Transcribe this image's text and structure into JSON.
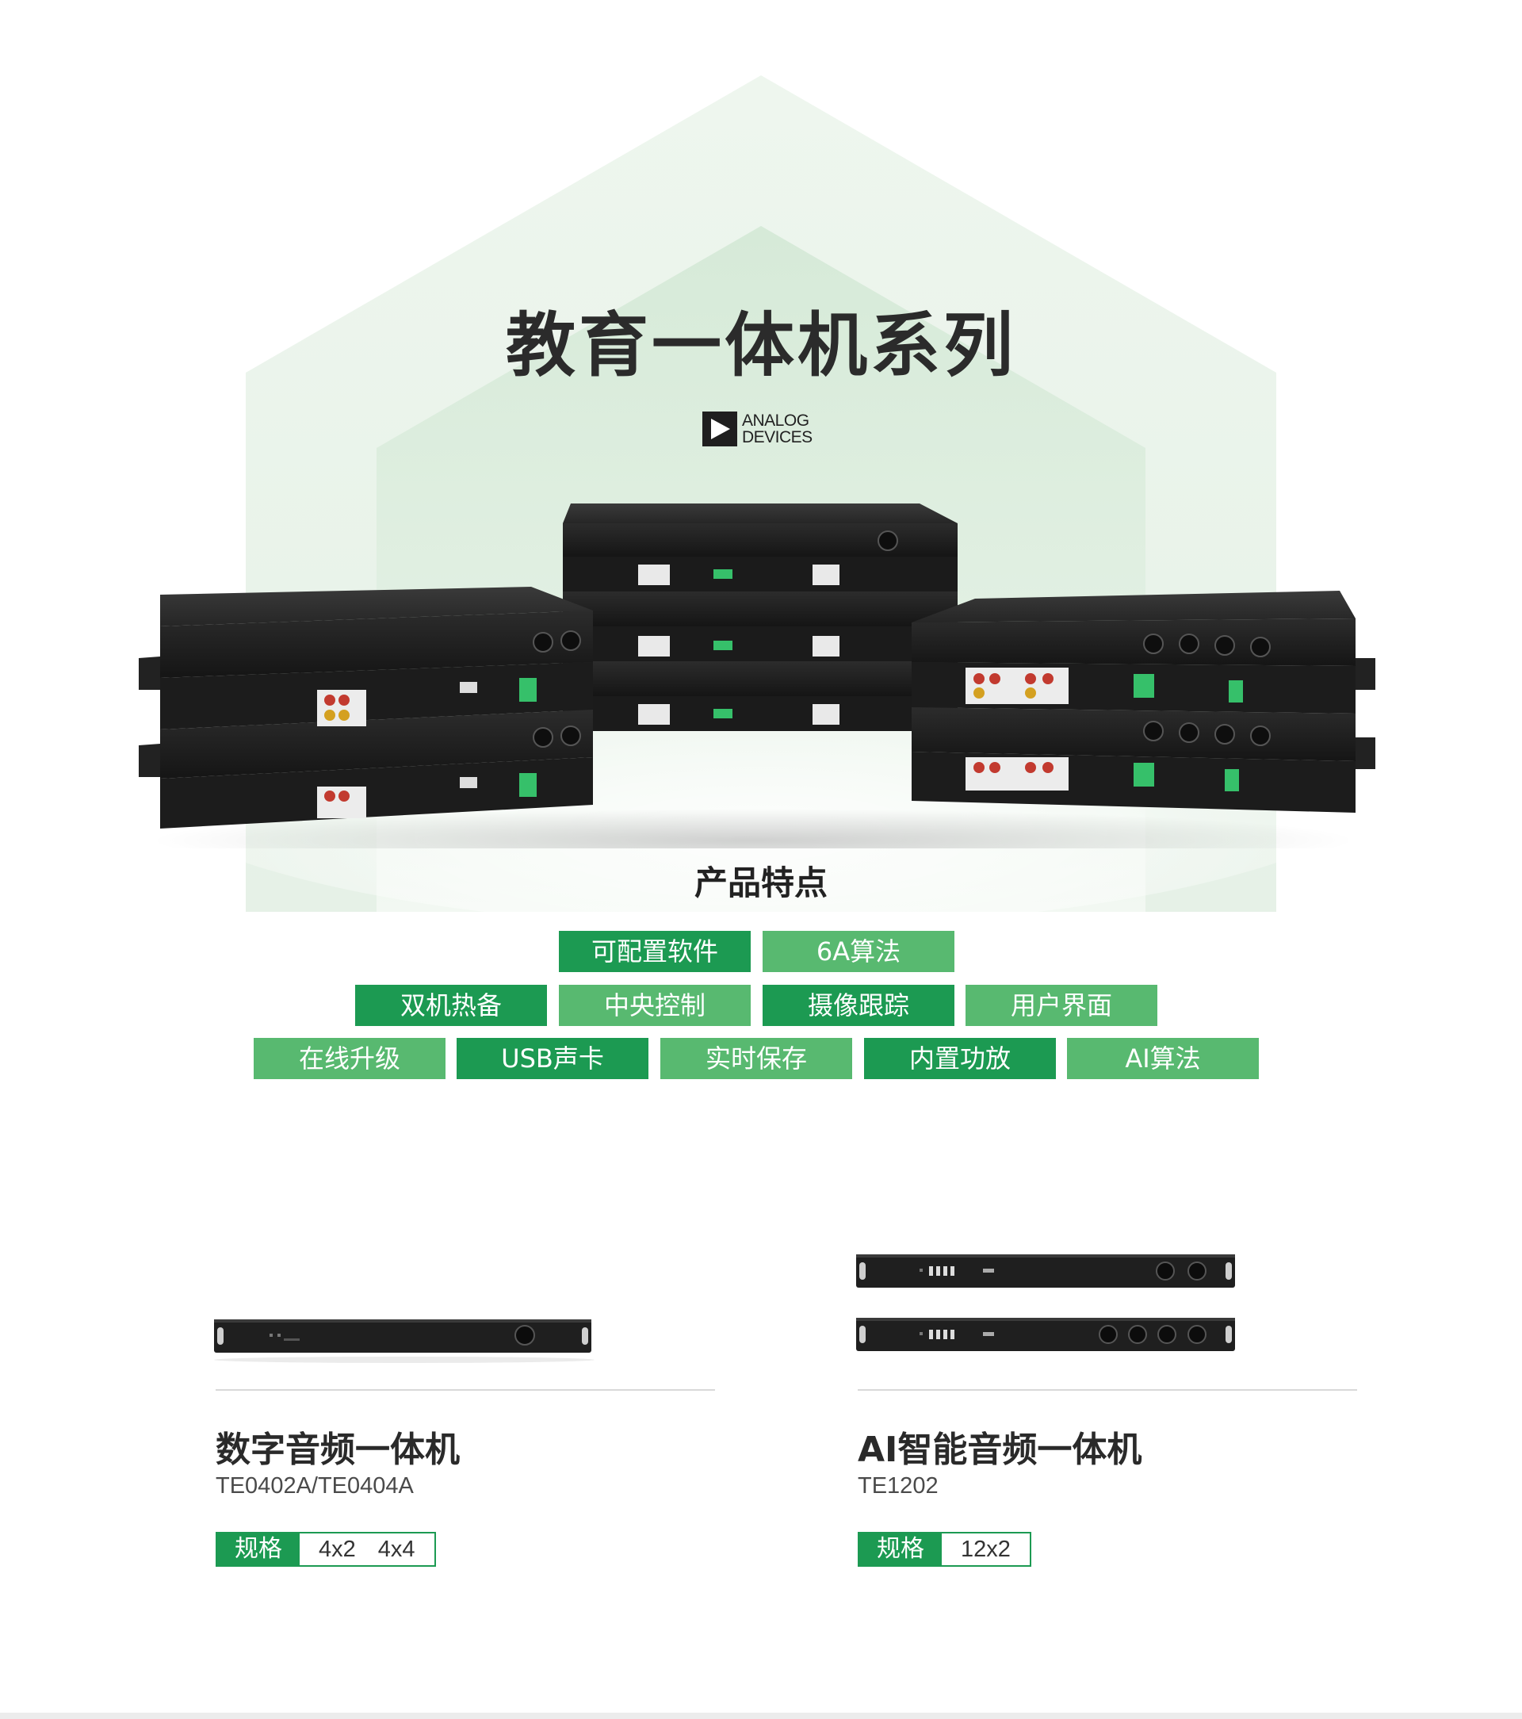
{
  "hero": {
    "title": "教育一体机系列",
    "brand": {
      "line1": "ANALOG",
      "line2": "DEVICES",
      "icon": "analog-devices-logo"
    },
    "accent_color": "#1c9a52",
    "light_accent_color": "#58b970"
  },
  "features": {
    "title": "产品特点",
    "rows": [
      [
        {
          "label": "可配置软件",
          "tone": "dark"
        },
        {
          "label": "6A算法",
          "tone": "light"
        }
      ],
      [
        {
          "label": "双机热备",
          "tone": "dark"
        },
        {
          "label": "中央控制",
          "tone": "light"
        },
        {
          "label": "摄像跟踪",
          "tone": "dark"
        },
        {
          "label": "用户界面",
          "tone": "light"
        }
      ],
      [
        {
          "label": "在线升级",
          "tone": "light"
        },
        {
          "label": "USB声卡",
          "tone": "dark"
        },
        {
          "label": "实时保存",
          "tone": "light"
        },
        {
          "label": "内置功放",
          "tone": "dark"
        },
        {
          "label": "AI算法",
          "tone": "light"
        }
      ]
    ]
  },
  "products": [
    {
      "name": "数字音频一体机",
      "model": "TE0402A/TE0404A",
      "spec_label": "规格",
      "spec_values": [
        "4x2",
        "4x4"
      ]
    },
    {
      "name": "AI智能音频一体机",
      "model": "TE1202",
      "spec_label": "规格",
      "spec_values": [
        "12x2"
      ]
    }
  ]
}
